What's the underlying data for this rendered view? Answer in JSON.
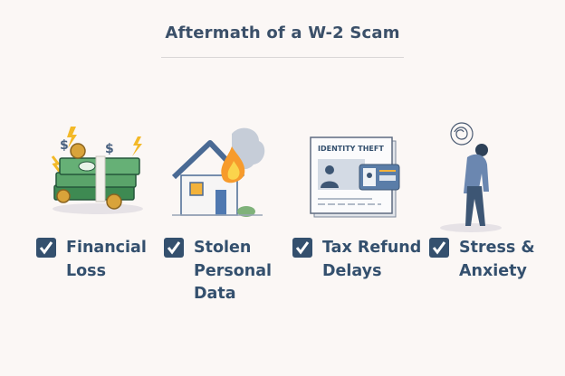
{
  "title": "Aftermath of a W-2 Scam",
  "colors": {
    "text": "#34506e",
    "background": "#fbf7f5",
    "money": "#4e9a5e",
    "fire": "#f5a623",
    "coin": "#d9a33a"
  },
  "items": [
    {
      "label": "Financial\nLoss",
      "icon": "money-stack-icon",
      "checked": true
    },
    {
      "label": "Stolen\nPersonal\nData",
      "icon": "burning-house-icon",
      "checked": true
    },
    {
      "label": "Tax Refund\nDelays",
      "icon": "identity-theft-document-icon",
      "checked": true
    },
    {
      "label": "Stress &\nAnxiety",
      "icon": "stressed-person-icon",
      "checked": true
    }
  ],
  "document_heading": "IDENTITY THEFT"
}
